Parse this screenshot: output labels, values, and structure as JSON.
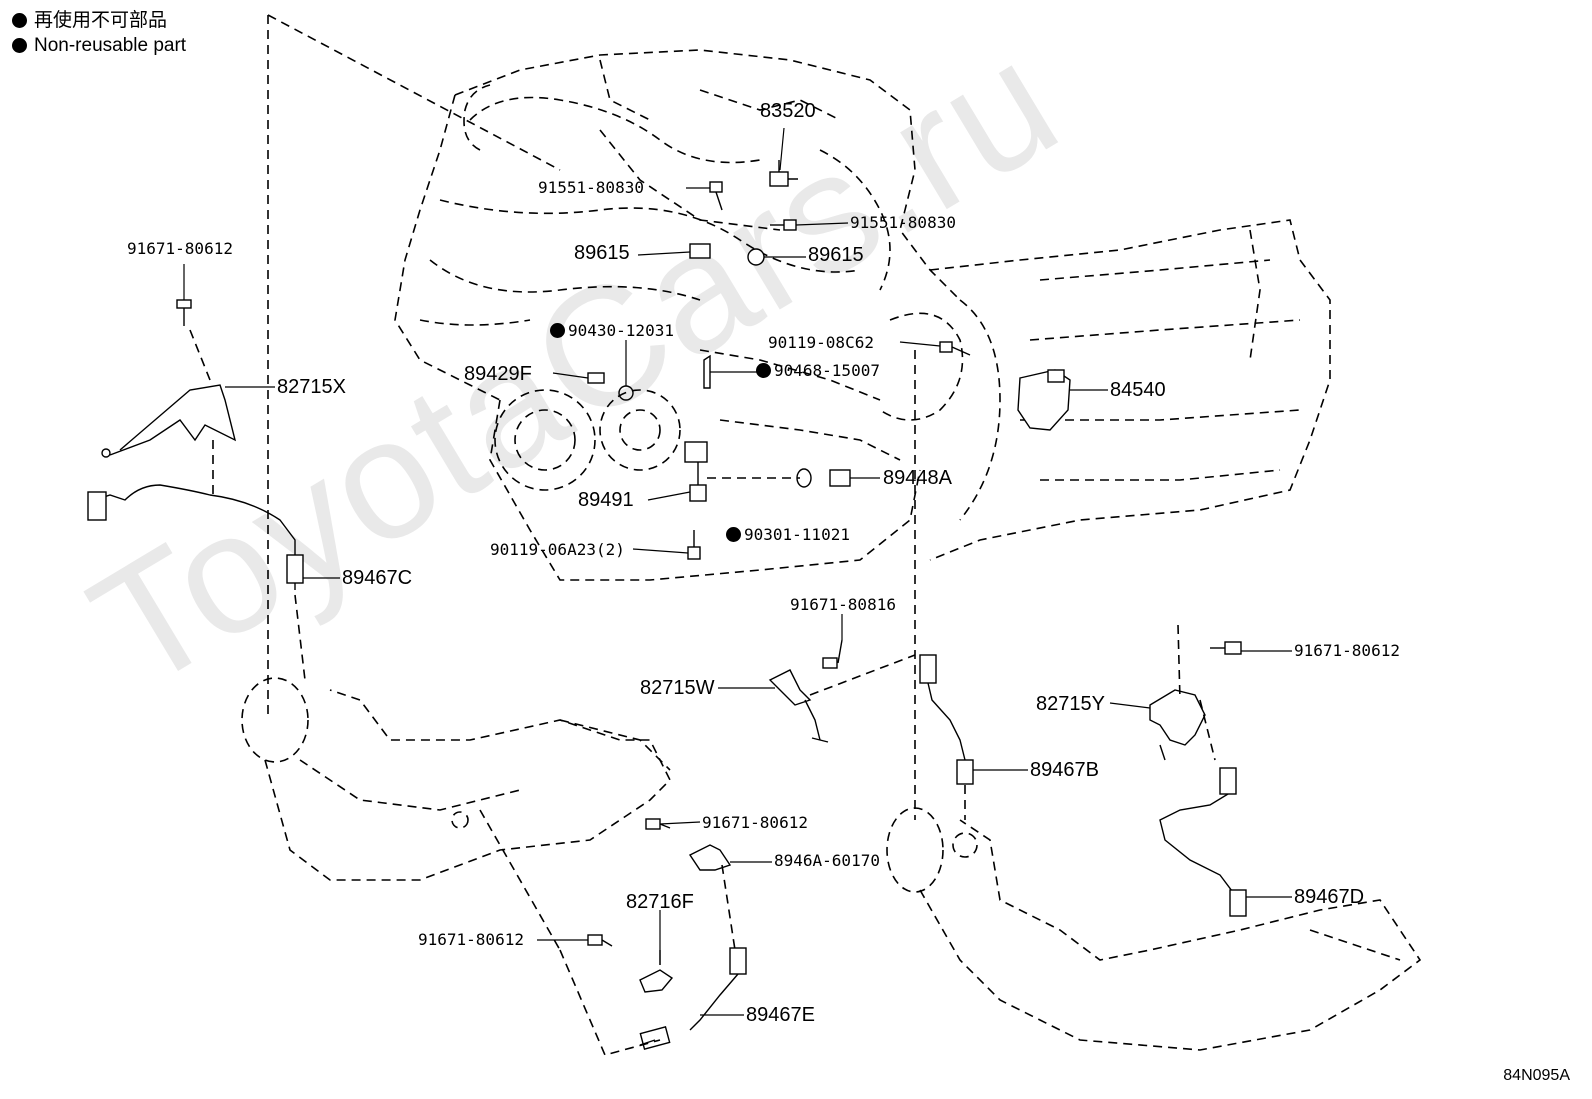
{
  "legend": {
    "non_reusable_jp": "再使用不可部品",
    "non_reusable_en": "Non-reusable part"
  },
  "watermark": "ToyotaCars.ru",
  "diagram_code": "84N095A",
  "parts": {
    "p83520": "83520",
    "p91551_a": "91551-80830",
    "p91551_b": "91551-80830",
    "p89615_a": "89615",
    "p89615_b": "89615",
    "p91671_tl": "91671-80612",
    "p82715X": "82715X",
    "p90430": "90430-12031",
    "p90119_08": "90119-08C62",
    "p89429F": "89429F",
    "p90468": "90468-15007",
    "p84540": "84540",
    "p89448A": "89448A",
    "p89491": "89491",
    "p90301": "90301-11021",
    "p90119_06": "90119-06A23(2)",
    "p89467C": "89467C",
    "p91671_80816": "91671-80816",
    "p82715W": "82715W",
    "p91671_tr": "91671-80612",
    "p82715Y": "82715Y",
    "p89467B": "89467B",
    "p91671_mid": "91671-80612",
    "p8946A": "8946A-60170",
    "p82716F": "82716F",
    "p91671_bot": "91671-80612",
    "p89467E": "89467E",
    "p89467D": "89467D"
  }
}
